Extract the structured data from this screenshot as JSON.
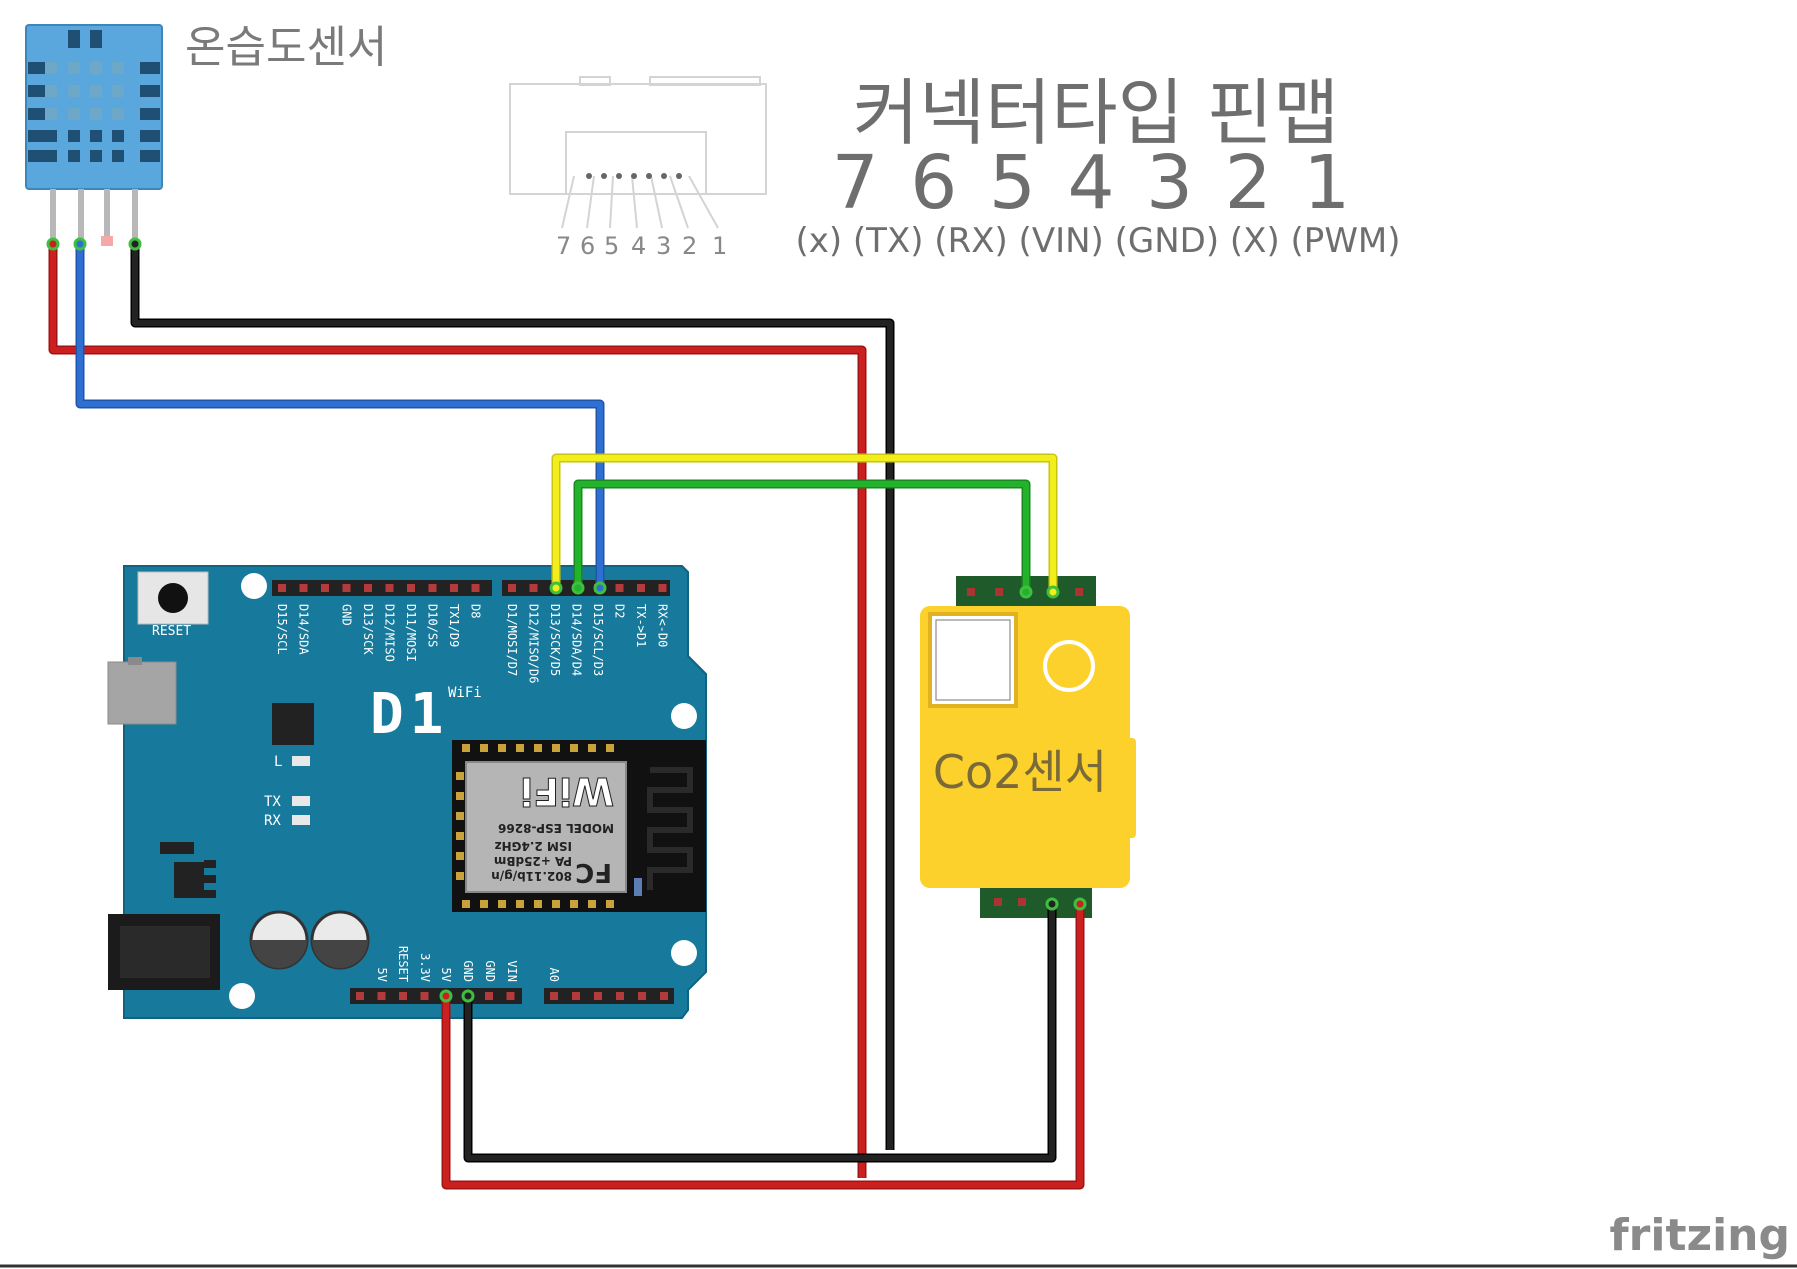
{
  "dht_sensor": {
    "label": "온습도센서"
  },
  "connector": {
    "title": "커넥터타입 핀맵",
    "pin_numbers": "7 6 5 4 3 2 1",
    "pin_functions": "(x) (TX) (RX) (VIN) (GND) (X) (PWM)",
    "drawing_pin_numbers": [
      "7",
      "6",
      "5",
      "4",
      "3",
      "2",
      "1"
    ]
  },
  "board": {
    "logo": "D1",
    "logo_sub": "WiFi",
    "reset_label": "RESET",
    "top_pins_left": [
      "D15/SCL",
      "D14/SDA",
      "",
      "GND",
      "D13/SCK",
      "D12/MISO",
      "D11/MOSI",
      "D10/SS",
      "TX1/D9",
      "D8"
    ],
    "top_pins_right": [
      "D1/MOSI/D7",
      "D12/MISO/D6",
      "D13/SCK/D5",
      "D14/SDA/D4",
      "D15/SCL/D3",
      "D2",
      "TX->D1",
      "RX<-D0"
    ],
    "bottom_pins_left": [
      "5V",
      "RESET",
      "3.3V",
      "5V",
      "GND",
      "GND",
      "VIN"
    ],
    "bottom_pins_right": [
      "A0"
    ],
    "leds": {
      "l": "L",
      "tx": "TX",
      "rx": "RX"
    },
    "module": {
      "fcc": "FC",
      "line1": "802.11b/g/n",
      "line2": "PA +25dBm",
      "line3": "ISM 2.4GHz",
      "line4": "MODEL  ESP-8266",
      "wifi": "WiFi"
    }
  },
  "co2_sensor": {
    "label": "Co2센서"
  },
  "brand": {
    "name": "fritzing"
  },
  "colors": {
    "wire_red": "#cc1f1f",
    "wire_black": "#1a1a1a",
    "wire_blue": "#2f6fd1",
    "wire_yellow": "#f2ee1c",
    "wire_green": "#22b22c",
    "board_blue": "#177a9c",
    "sensor_yellow": "#fdd12b",
    "dht_blue": "#59a7dc"
  }
}
